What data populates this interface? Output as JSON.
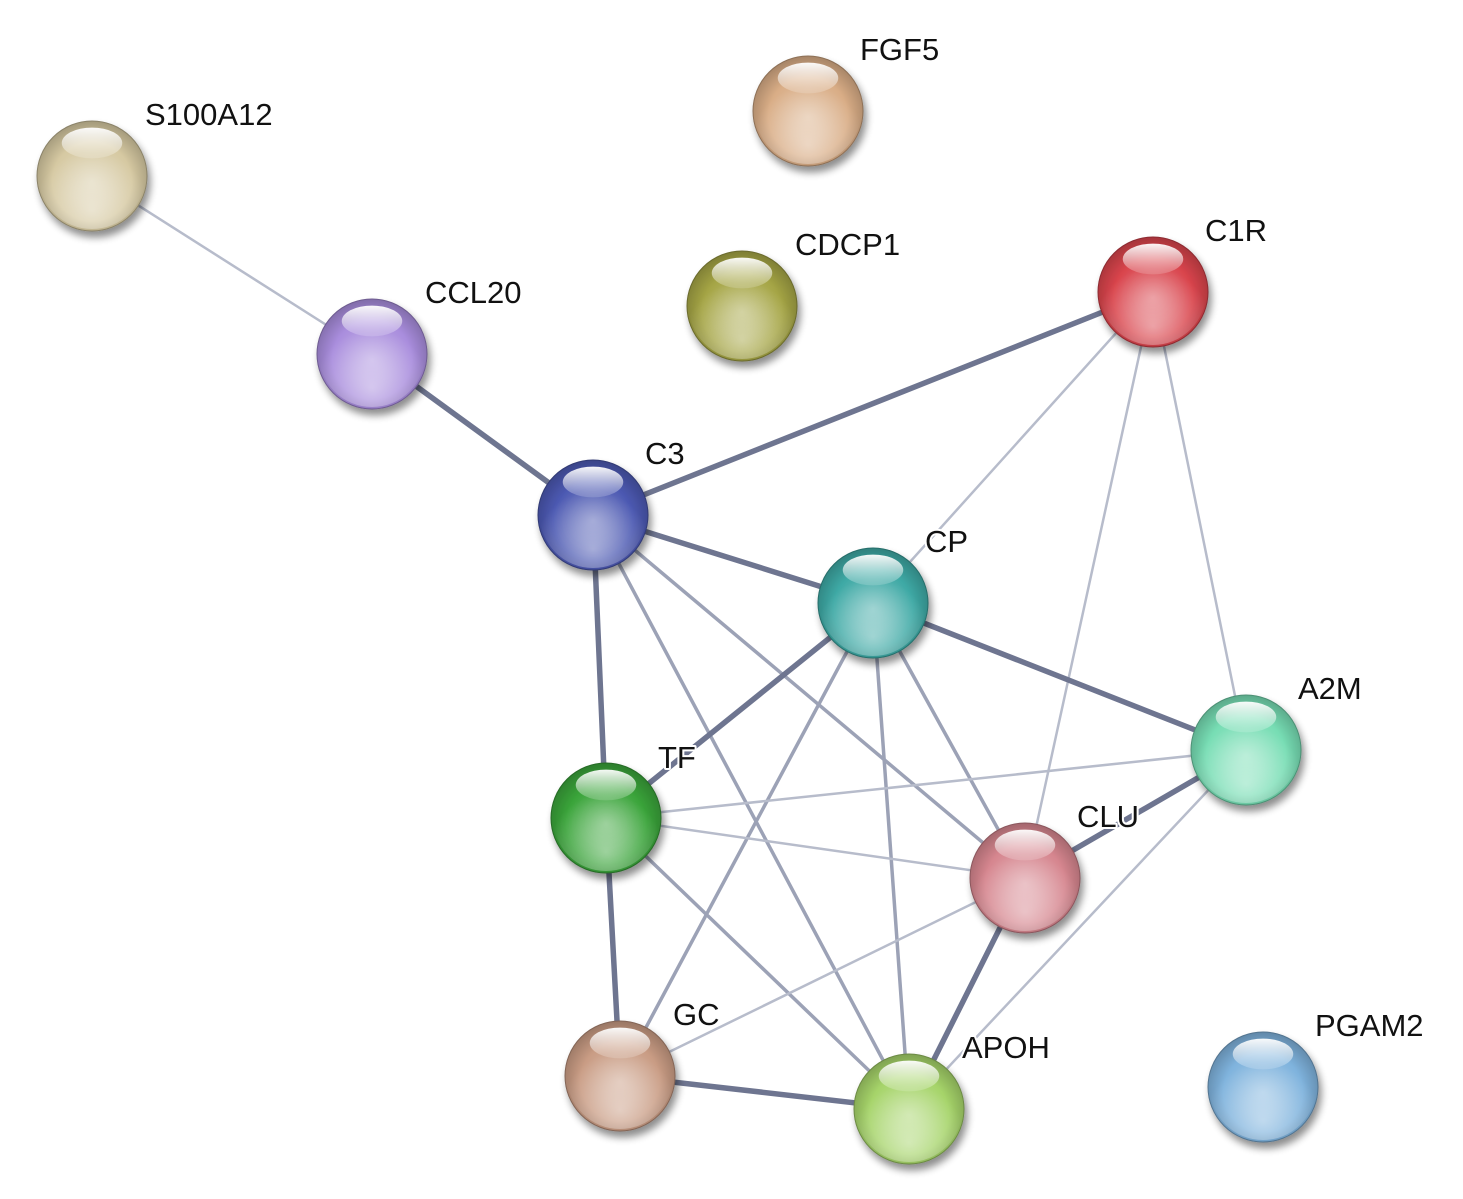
{
  "network": {
    "nodes": [
      {
        "id": "S100A12",
        "label": "S100A12",
        "color": "#d6c9a2"
      },
      {
        "id": "FGF5",
        "label": "FGF5",
        "color": "#d9ad86"
      },
      {
        "id": "CDCP1",
        "label": "CDCP1",
        "color": "#a5a545"
      },
      {
        "id": "C1R",
        "label": "C1R",
        "color": "#d9444c"
      },
      {
        "id": "CCL20",
        "label": "CCL20",
        "color": "#a98ddd"
      },
      {
        "id": "C3",
        "label": "C3",
        "color": "#4c59b2"
      },
      {
        "id": "CP",
        "label": "CP",
        "color": "#3ea9a5"
      },
      {
        "id": "A2M",
        "label": "A2M",
        "color": "#77ddb4"
      },
      {
        "id": "TF",
        "label": "TF",
        "color": "#3aa43a"
      },
      {
        "id": "CLU",
        "label": "CLU",
        "color": "#d6868f"
      },
      {
        "id": "GC",
        "label": "GC",
        "color": "#c99c84"
      },
      {
        "id": "APOH",
        "label": "APOH",
        "color": "#a6d46a"
      },
      {
        "id": "PGAM2",
        "label": "PGAM2",
        "color": "#7fb3dd"
      }
    ],
    "edges": [
      {
        "source": "S100A12",
        "target": "CCL20",
        "weight": 1
      },
      {
        "source": "CCL20",
        "target": "C3",
        "weight": 3
      },
      {
        "source": "C3",
        "target": "C1R",
        "weight": 3
      },
      {
        "source": "C3",
        "target": "CP",
        "weight": 3
      },
      {
        "source": "C3",
        "target": "TF",
        "weight": 3
      },
      {
        "source": "C3",
        "target": "CLU",
        "weight": 2
      },
      {
        "source": "C3",
        "target": "APOH",
        "weight": 2
      },
      {
        "source": "C1R",
        "target": "CP",
        "weight": 1
      },
      {
        "source": "C1R",
        "target": "CLU",
        "weight": 1
      },
      {
        "source": "C1R",
        "target": "A2M",
        "weight": 1
      },
      {
        "source": "CP",
        "target": "TF",
        "weight": 3
      },
      {
        "source": "CP",
        "target": "A2M",
        "weight": 3
      },
      {
        "source": "CP",
        "target": "CLU",
        "weight": 2
      },
      {
        "source": "CP",
        "target": "GC",
        "weight": 2
      },
      {
        "source": "CP",
        "target": "APOH",
        "weight": 2
      },
      {
        "source": "TF",
        "target": "A2M",
        "weight": 1
      },
      {
        "source": "TF",
        "target": "CLU",
        "weight": 1
      },
      {
        "source": "TF",
        "target": "GC",
        "weight": 3
      },
      {
        "source": "TF",
        "target": "APOH",
        "weight": 2
      },
      {
        "source": "A2M",
        "target": "CLU",
        "weight": 3
      },
      {
        "source": "A2M",
        "target": "APOH",
        "weight": 1
      },
      {
        "source": "CLU",
        "target": "GC",
        "weight": 1
      },
      {
        "source": "CLU",
        "target": "APOH",
        "weight": 3
      },
      {
        "source": "GC",
        "target": "APOH",
        "weight": 3
      }
    ]
  }
}
